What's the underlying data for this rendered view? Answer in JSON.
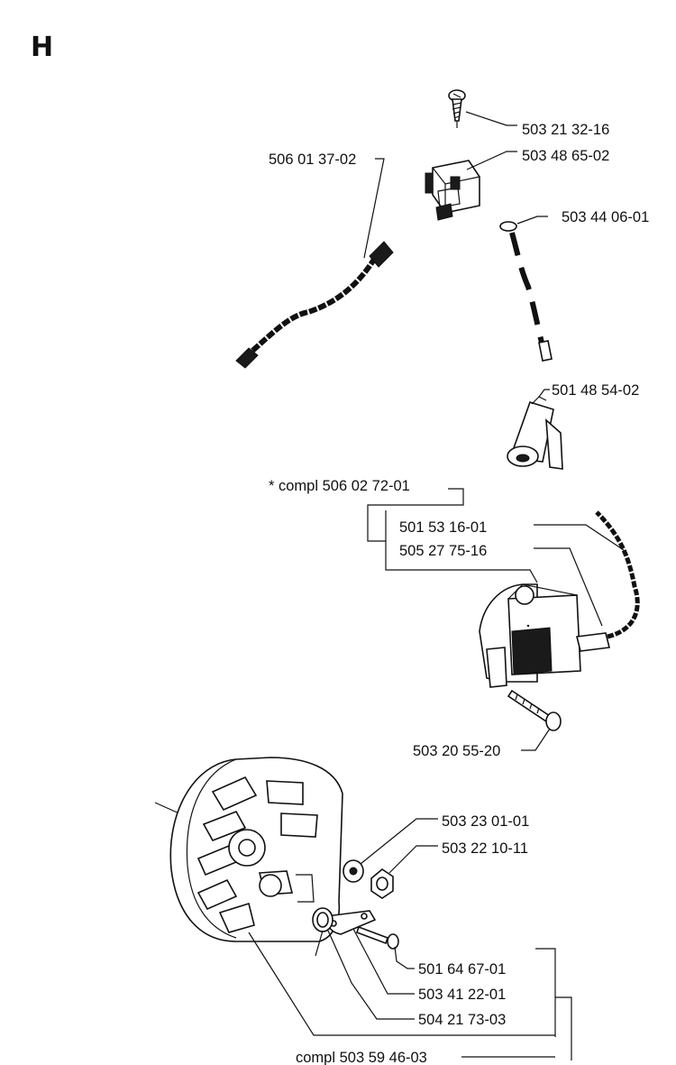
{
  "section_letter": "H",
  "labels": {
    "screw_top": "503 21 32-16",
    "terminal_block": "503 48 65-02",
    "cable_left": "506 01 37-02",
    "spring_lead": "503 44 06-01",
    "plug_cap": "501 48 54-02",
    "compl_ignition": "* compl 506 02 72-01",
    "coil_a": "501 53 16-01",
    "coil_b": "505 27 75-16",
    "coil_screw": "503 20 55-20",
    "washer": "503 23 01-01",
    "nut": "503 22 10-11",
    "pawl_screw": "501 64 67-01",
    "pawl": "503 41 22-01",
    "spring": "504 21 73-03",
    "compl_flywheel": "compl 503 59 46-03"
  }
}
